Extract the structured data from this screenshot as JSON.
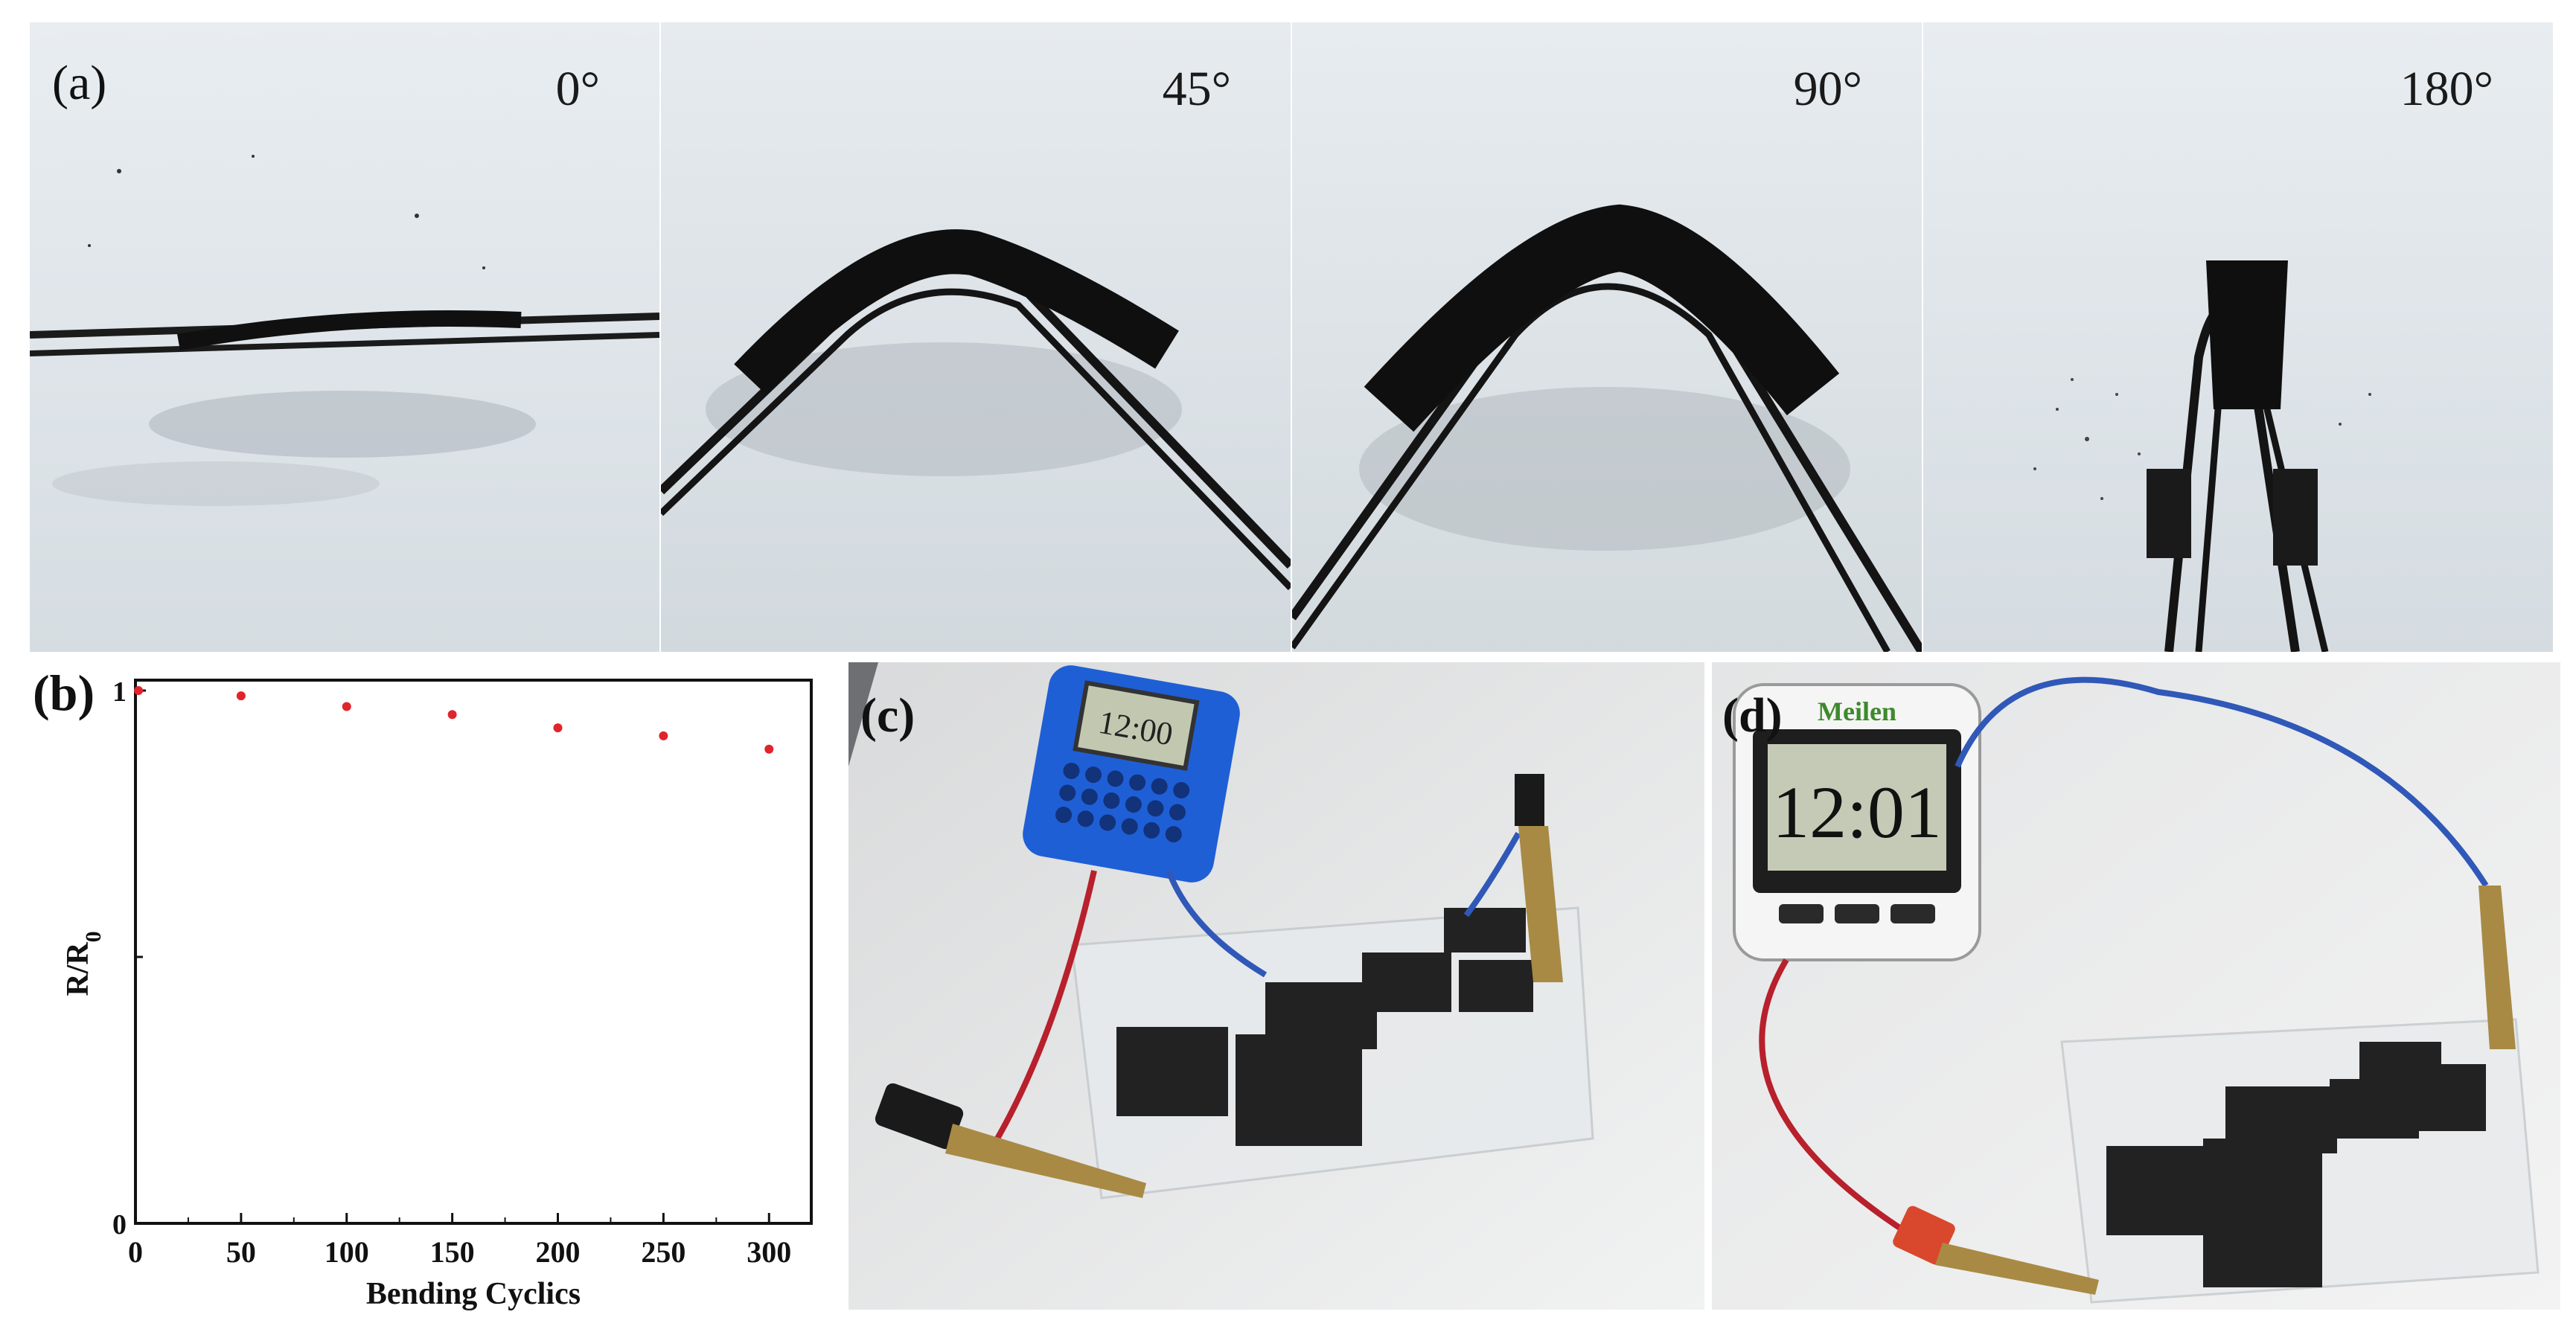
{
  "panel_a": {
    "letter": "(a)",
    "angles": [
      "0°",
      "45°",
      "90°",
      "180°"
    ]
  },
  "panel_b": {
    "letter": "(b)"
  },
  "panel_c": {
    "letter": "(c)",
    "watch_display": "12:00"
  },
  "panel_d": {
    "letter": "(d)",
    "brand": "Meilen",
    "display": "12:01",
    "buttons": [
      "",
      "",
      ""
    ]
  },
  "colors": {
    "marker": "#e0242b",
    "photo_bg": "#e6ebef",
    "fabric": "#141414",
    "watch_blue": "#1f5fd6",
    "wire_red": "#b8202c",
    "wire_blue": "#2f58b8",
    "brass": "#a88a45"
  },
  "chart_data": {
    "type": "scatter",
    "x": [
      0,
      50,
      100,
      150,
      200,
      250,
      300
    ],
    "y": [
      1.0,
      0.99,
      0.97,
      0.955,
      0.93,
      0.915,
      0.89
    ],
    "xlabel": "Bending Cyclics",
    "ylabel": "R/R0",
    "xlim": [
      0,
      320
    ],
    "ylim": [
      0,
      1.0
    ],
    "xticks": [
      "0",
      "50",
      "100",
      "150",
      "200",
      "250",
      "300"
    ],
    "yticks": [
      "0",
      "1"
    ],
    "grid": false
  }
}
